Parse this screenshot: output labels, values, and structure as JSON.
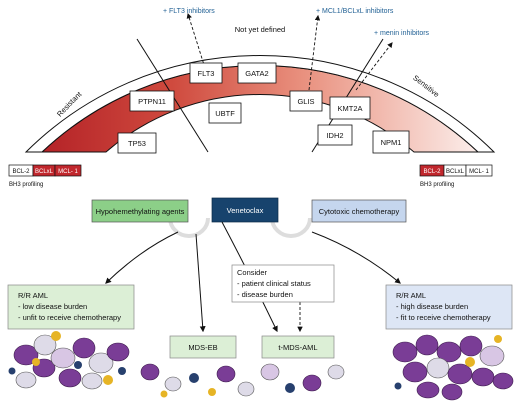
{
  "colors": {
    "resistant": "#b42227",
    "sensitive_light": "#fbe7e4",
    "drug_green": "#8ccf88",
    "drug_navy": "#17436d",
    "drug_blue_light": "#c5d6ee",
    "outcome_green": "#dcefd6",
    "outcome_blue": "#dde6f5",
    "inhibitor_blue": "#1f5f93",
    "bcl_red": "#c1272d"
  },
  "arc": {
    "band_labels": {
      "resistant": "Resistant",
      "middle": "Not yet defined",
      "sensitive": "Sensitive"
    },
    "genes": [
      "PTPN11",
      "TP53",
      "FLT3",
      "GATA2",
      "UBTF",
      "GLIS",
      "KMT2A",
      "IDH2",
      "NPM1"
    ],
    "inhibitors": [
      "+ FLT3 inhibitors",
      "+ MCL1/BCLxL inhibitors",
      "+ menin inhibitors"
    ]
  },
  "bh3_left": {
    "cells": [
      "BCL-2",
      "BCLxL",
      "MCL- 1"
    ],
    "caption": "BH3 profiling"
  },
  "bh3_right": {
    "cells": [
      "BCL-2",
      "BCLxL",
      "MCL- 1"
    ],
    "caption": "BH3 profiling"
  },
  "drugs": {
    "hma": "Hypohemethylating agents",
    "venetoclax": "Venetoclax",
    "chemo": "Cytotoxic chemotherapy"
  },
  "consider": {
    "title": "Consider",
    "items": [
      "- patient clinical status",
      "- disease burden"
    ]
  },
  "outcomes": {
    "left": {
      "title": "R/R AML",
      "items": [
        "- low disease burden",
        "- unfit to receive chemotherapy"
      ]
    },
    "mds_eb": "MDS-EB",
    "t_mds": "t-MDS-AML",
    "right": {
      "title": "R/R AML",
      "items": [
        "- high disease burden",
        "- fit to receive chemotherapy"
      ]
    }
  }
}
